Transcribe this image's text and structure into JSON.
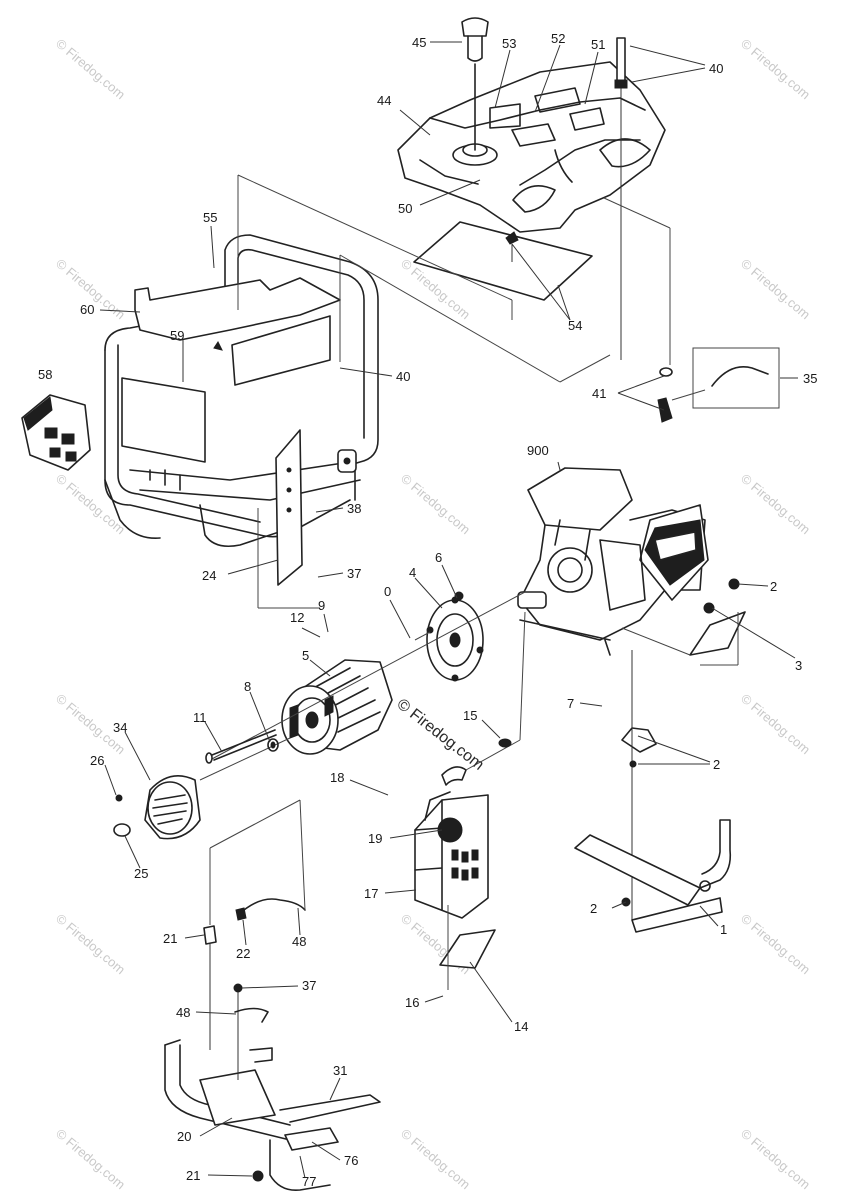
{
  "callouts": [
    "45",
    "53",
    "52",
    "51",
    "40",
    "44",
    "50",
    "54",
    "55",
    "60",
    "59",
    "40",
    "58",
    "41",
    "35",
    "900",
    "38",
    "24",
    "37",
    "2",
    "6",
    "4",
    "0",
    "12",
    "9",
    "3",
    "5",
    "8",
    "7",
    "15",
    "11",
    "34",
    "26",
    "18",
    "2",
    "19",
    "25",
    "17",
    "21",
    "22",
    "48",
    "2",
    "1",
    "37",
    "48",
    "16",
    "14",
    "31",
    "20",
    "76",
    "21",
    "77"
  ],
  "watermark": {
    "text": "© Firedog.com",
    "center_text": "© Firedog.com"
  }
}
